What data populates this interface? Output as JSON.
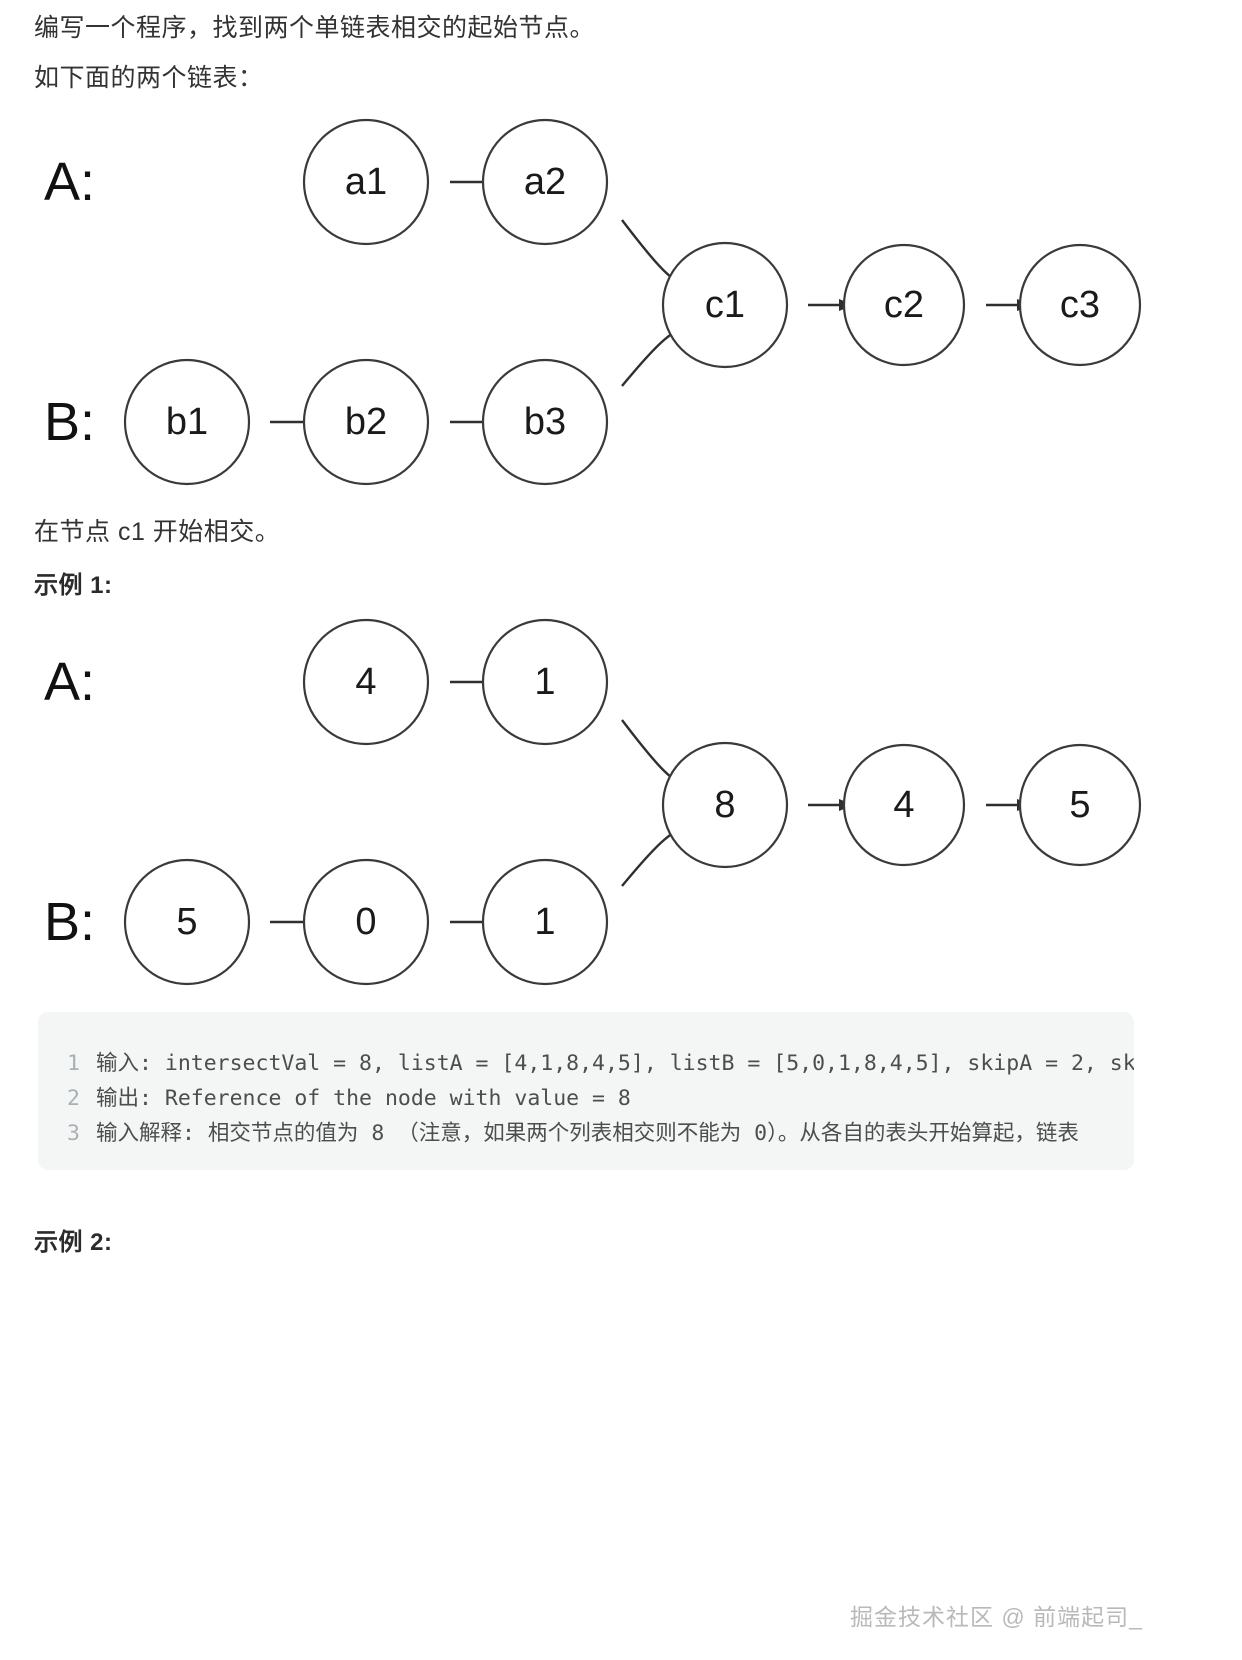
{
  "document": {
    "intro_line_1": "编写一个程序，找到两个单链表相交的起始节点。",
    "intro_line_2": "如下面的两个链表：",
    "caption_after_diagram_1": "在节点 c1 开始相交。",
    "example_1_heading": "示例 1:",
    "example_2_heading": "示例 2:"
  },
  "diagram1": {
    "label_a": "A:",
    "label_b": "B:",
    "list_a": [
      "a1",
      "a2"
    ],
    "list_b": [
      "b1",
      "b2",
      "b3"
    ],
    "shared": [
      "c1",
      "c2",
      "c3"
    ]
  },
  "diagram2": {
    "label_a": "A:",
    "label_b": "B:",
    "list_a": [
      "4",
      "1"
    ],
    "list_b": [
      "5",
      "0",
      "1"
    ],
    "shared": [
      "8",
      "4",
      "5"
    ]
  },
  "code_block": {
    "lines": [
      {
        "number": "1",
        "text": "输入: intersectVal = 8, listA = [4,1,8,4,5], listB = [5,0,1,8,4,5], skipA = 2, sk"
      },
      {
        "number": "2",
        "text": "输出: Reference of the node with value = 8"
      },
      {
        "number": "3",
        "text": "输入解释: 相交节点的值为 8  （注意，如果两个列表相交则不能为 0）。从各自的表头开始算起，链表"
      }
    ]
  },
  "footer": {
    "watermark": "掘金技术社区 @ 前端起司_"
  },
  "colors": {
    "text": "#333333",
    "code_bg": "#f4f6f6",
    "line_number": "#a8b0b4",
    "stroke": "#3a3a3a",
    "watermark": "#b9b9b9"
  }
}
